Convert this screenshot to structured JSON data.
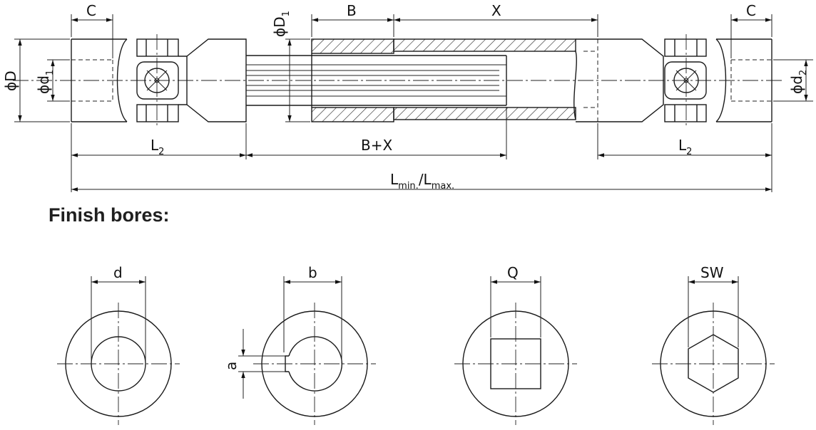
{
  "drawing": {
    "dim_c_left": "C",
    "dim_c_right": "C",
    "dim_b": "B",
    "dim_x": "X",
    "dim_bx": "B+X",
    "dim_l2": "L",
    "dim_l2_sub": "2",
    "dim_l2_right": "L",
    "dim_l2_right_sub": "2",
    "dim_lmin": "L",
    "dim_lmin_sub": "min.",
    "dim_slash": "/L",
    "dim_lmax_sub": "max.",
    "dim_phi_D": "ϕD",
    "dim_phi_d1": "ϕd",
    "dim_phi_d1_sub": "1",
    "dim_phi_D1": "ϕD",
    "dim_phi_D1_sub": "1",
    "dim_phi_d2": "ϕd",
    "dim_phi_d2_sub": "2"
  },
  "finish_bores": {
    "heading": "Finish bores:",
    "bore_d": "d",
    "bore_b": "b",
    "bore_a": "a",
    "bore_q": "Q",
    "bore_sw": "SW"
  }
}
